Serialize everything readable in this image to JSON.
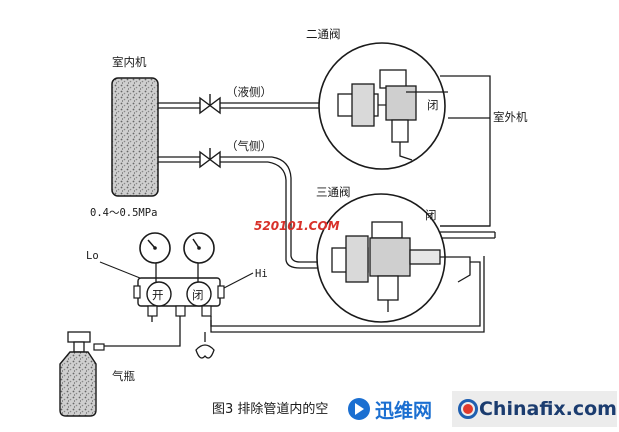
{
  "labels": {
    "indoor_unit": "室内机",
    "two_way_valve": "二通阀",
    "three_way_valve": "三通阀",
    "outdoor_unit": "室外机",
    "liquid_side": "（液侧）",
    "gas_side": "（气侧）",
    "closed_1": "闭",
    "closed_2": "闭",
    "gauge_range": "0.4～0.5MPa",
    "lo": "Lo",
    "hi": "Hi",
    "open_knob": "开",
    "closed_knob": "闭",
    "gas_bottle": "气瓶"
  },
  "caption": "图3  排除管道内的空",
  "watermarks": {
    "site_mark": "520101.COM",
    "brand_a": "迅维网",
    "brand_b": "Chinafix.com"
  },
  "colors": {
    "line": "#1a1a1a",
    "watermark_red": "#d8312a",
    "watermark_blue": "#2a63b8",
    "brand_a": "#1b6fd1",
    "brand_b": "#1b3c6f"
  }
}
